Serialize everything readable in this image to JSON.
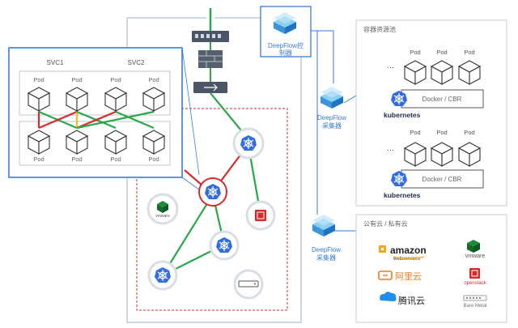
{
  "controller": {
    "label_line1": "DeepFlow控",
    "label_line2": "制器"
  },
  "svc": {
    "svc1": "SVC1",
    "svc2": "SVC2"
  },
  "pod_label": "Pod",
  "container_pool": {
    "title": "容器资源池",
    "ellipsis": "…",
    "runtime": "Docker / CBR",
    "platform": "kubernetes"
  },
  "collector_top": {
    "line1": "DeepFlow",
    "line2": "采集器"
  },
  "collector_bottom": {
    "line1": "DeepFlow",
    "line2": "采集器"
  },
  "cloud_panel": {
    "title": "公有云 / 私有云",
    "providers": {
      "amazon_main": "amazon",
      "amazon_sub": "webservices",
      "aliyun": "阿里云",
      "tencent": "腾讯云",
      "vmware": "vmware",
      "openstack": "openstack",
      "baremetal": "Bare Metal"
    }
  },
  "colors": {
    "accent_blue": "#3a7bd5",
    "link_green": "#2aa84a",
    "link_red": "#d62b2b",
    "link_yellow": "#e8c21d",
    "k8s_blue": "#326ce5"
  }
}
